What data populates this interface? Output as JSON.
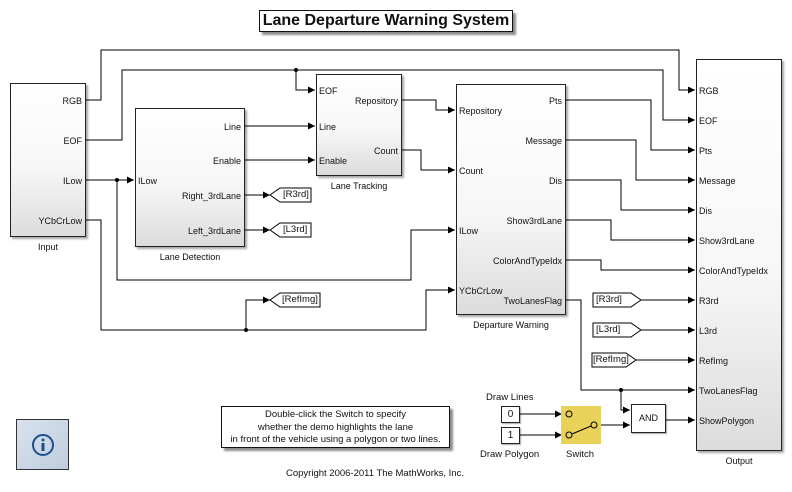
{
  "title": "Lane Departure Warning System",
  "blocks": {
    "input": {
      "name": "Input",
      "outports": [
        "RGB",
        "EOF",
        "ILow",
        "YCbCrLow"
      ]
    },
    "lane_detection": {
      "name": "Lane Detection",
      "inports": [
        "ILow"
      ],
      "outports": [
        "Line",
        "Enable",
        "Right_3rdLane",
        "Left_3rdLane"
      ]
    },
    "lane_tracking": {
      "name": "Lane Tracking",
      "inports": [
        "EOF",
        "Line",
        "Enable"
      ],
      "outports": [
        "Repository",
        "Count"
      ]
    },
    "departure_warning": {
      "name": "Departure Warning",
      "inports": [
        "Repository",
        "Count",
        "ILow",
        "YCbCrLow"
      ],
      "outports": [
        "Pts",
        "Message",
        "Dis",
        "Show3rdLane",
        "ColorAndTypeIdx",
        "TwoLanesFlag"
      ]
    },
    "output": {
      "name": "Output",
      "inports": [
        "RGB",
        "EOF",
        "Pts",
        "Message",
        "Dis",
        "Show3rdLane",
        "ColorAndTypeIdx",
        "R3rd",
        "L3rd",
        "RefImg",
        "TwoLanesFlag",
        "ShowPolygon"
      ]
    },
    "and": {
      "label": "AND"
    },
    "switch": {
      "name": "Switch"
    },
    "draw_lines": {
      "name": "Draw Lines",
      "value": "0"
    },
    "draw_polygon": {
      "name": "Draw Polygon",
      "value": "1"
    }
  },
  "goto_tags": [
    "[R3rd]",
    "[L3rd]",
    "[RefImg]"
  ],
  "from_tags": [
    "[R3rd]",
    "[L3rd]",
    "[RefImg]"
  ],
  "note": {
    "lines": [
      "Double-click the Switch to specify",
      "whether the demo highlights the lane",
      "in front of the vehicle using a polygon or two lines."
    ]
  },
  "copyright": "Copyright 2006-2011 The MathWorks, Inc.",
  "info_button": {
    "icon": "info-icon",
    "color": "#1f4e8c"
  }
}
